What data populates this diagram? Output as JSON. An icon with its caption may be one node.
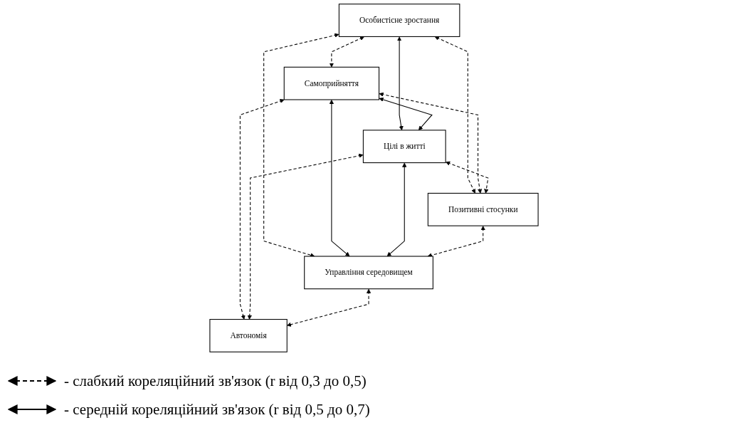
{
  "diagram": {
    "nodes": [
      {
        "text": [
          "Особистісне зростання"
        ]
      },
      {
        "text": [
          "Самоприйняття"
        ]
      },
      {
        "text": [
          "Цілі в житті"
        ]
      },
      {
        "text": [
          "Позитивні стосунки"
        ]
      },
      {
        "text": [
          "Управління середовищем"
        ]
      },
      {
        "text": [
          "Автономія"
        ]
      }
    ],
    "edges": [
      {
        "from": 0,
        "to": 1,
        "arrow": "both",
        "style": "dashed"
      },
      {
        "from": 0,
        "to": 2,
        "arrow": "both"
      },
      {
        "from": 0,
        "to": 4,
        "arrow": "both",
        "style": "dashed"
      },
      {
        "from": 0,
        "to": 3,
        "arrow": "both",
        "style": "dashed"
      },
      {
        "from": 1,
        "to": 2,
        "arrow": "both"
      },
      {
        "from": 1,
        "to": 3,
        "arrow": "both",
        "style": "dashed"
      },
      {
        "from": 1,
        "to": 4,
        "arrow": "both"
      },
      {
        "from": 1,
        "to": 5,
        "arrow": "both",
        "style": "dashed"
      },
      {
        "from": 2,
        "to": 3,
        "arrow": "both",
        "style": "dashed"
      },
      {
        "from": 2,
        "to": 4,
        "arrow": "both"
      },
      {
        "from": 2,
        "to": 5,
        "arrow": "both",
        "style": "dashed"
      },
      {
        "from": 3,
        "to": 4,
        "arrow": "both",
        "style": "dashed"
      },
      {
        "from": 4,
        "to": 5,
        "arrow": "both",
        "style": "dashed"
      }
    ],
    "legend": [
      {
        "text": "- слабкий кореляційний зв'язок (r від 0,3 до 0,5)"
      },
      {
        "text": "- середній кореляційний зв'язок (r від 0,5 до 0,7)"
      }
    ]
  }
}
